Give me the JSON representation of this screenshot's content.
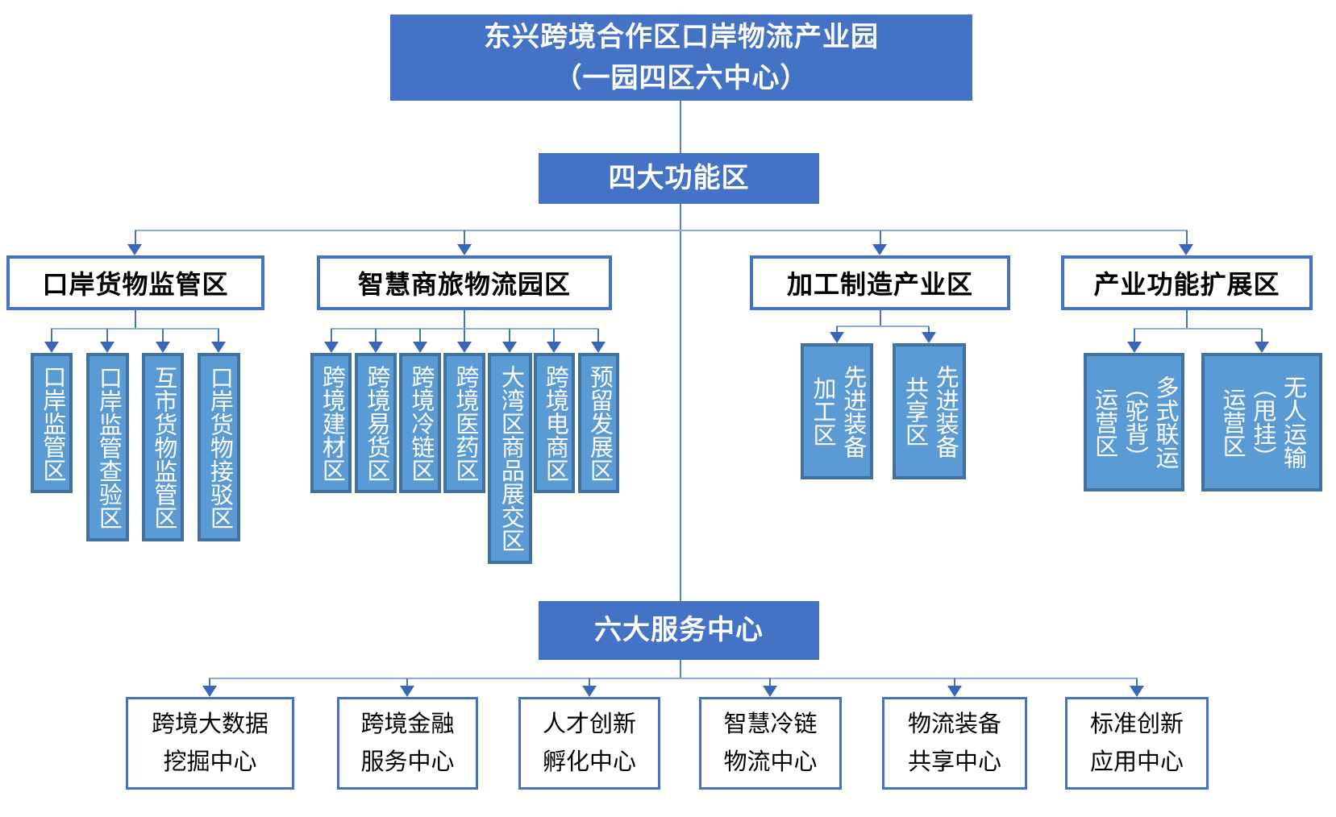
{
  "title": {
    "text": "东兴跨境合作区口岸物流产业园\n（一园四区六中心）"
  },
  "sections": {
    "functional_zones_label": "四大功能区",
    "service_centers_label": "六大服务中心"
  },
  "functional_zones": [
    {
      "label": "口岸货物监管区",
      "children": [
        "口岸监管区",
        "口岸监管查验区",
        "互市货物监管区",
        "口岸货物接驳区"
      ]
    },
    {
      "label": "智慧商旅物流园区",
      "children": [
        "跨境建材区",
        "跨境易货区",
        "跨境冷链区",
        "跨境医药区",
        "大湾区商品展交区",
        "跨境电商区",
        "预留发展区"
      ]
    },
    {
      "label": "加工制造产业区",
      "children": [
        "先进装备\n加工区",
        "先进装备\n共享区"
      ]
    },
    {
      "label": "产业功能扩展区",
      "children": [
        "多式联运\n（驼背）\n运营区",
        "无人运输\n（甩挂）\n运营区"
      ]
    }
  ],
  "service_centers": [
    "跨境大数据\n挖掘中心",
    "跨境金融\n服务中心",
    "人才创新\n孵化中心",
    "智慧冷链\n物流中心",
    "物流装备\n共享中心",
    "标准创新\n应用中心"
  ],
  "colors": {
    "header_fill": "#4472C4",
    "child_fill": "#5B9BD5",
    "child_border": "#41719C",
    "white_box_border": "#4472C4",
    "connector_light": "#8FAADC",
    "connector_dark": "#4472C4"
  }
}
